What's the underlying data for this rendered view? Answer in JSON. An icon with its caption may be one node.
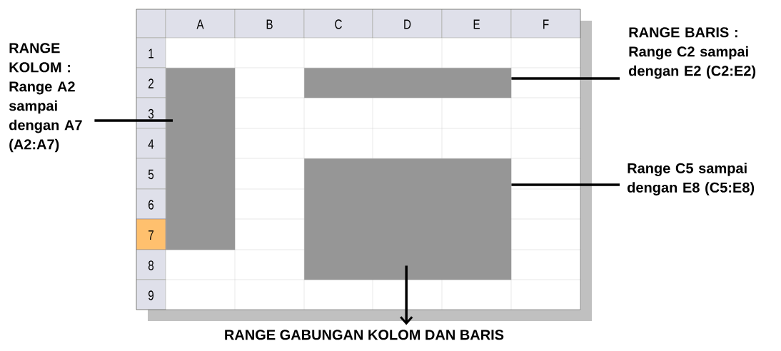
{
  "diagram": {
    "nodes": [
      {
        "text": [
          "RANGE KOLOM :",
          "Range A2 sampai dengan A7 (A2:A7)"
        ]
      },
      {
        "text": [
          "RANGE BARIS :",
          "Range C2 sampai dengan E2 (C2:E2)"
        ]
      },
      {
        "text": [],
        "shape": "box"
      },
      {
        "text": [],
        "shape": "box"
      },
      {
        "text": [],
        "shape": "box"
      },
      {
        "text": [
          "Range C5 sampai dengan E8 (C5:E8)"
        ]
      },
      {
        "text": [
          "RANGE GABUNGAN KOLOM DAN BARIS"
        ]
      }
    ],
    "edges": [
      {
        "from": 0,
        "to": 2,
        "arrow": "none"
      },
      {
        "from": 1,
        "to": 3,
        "arrow": "none"
      },
      {
        "from": 5,
        "to": 4,
        "arrow": "none"
      },
      {
        "from": 4,
        "to": 6,
        "arrow": "to"
      }
    ],
    "labels": [
      "A",
      "B",
      "C",
      "D",
      "E",
      "F",
      "1",
      "2",
      "3",
      "4",
      "5",
      "6",
      "7",
      "8",
      "9"
    ]
  }
}
